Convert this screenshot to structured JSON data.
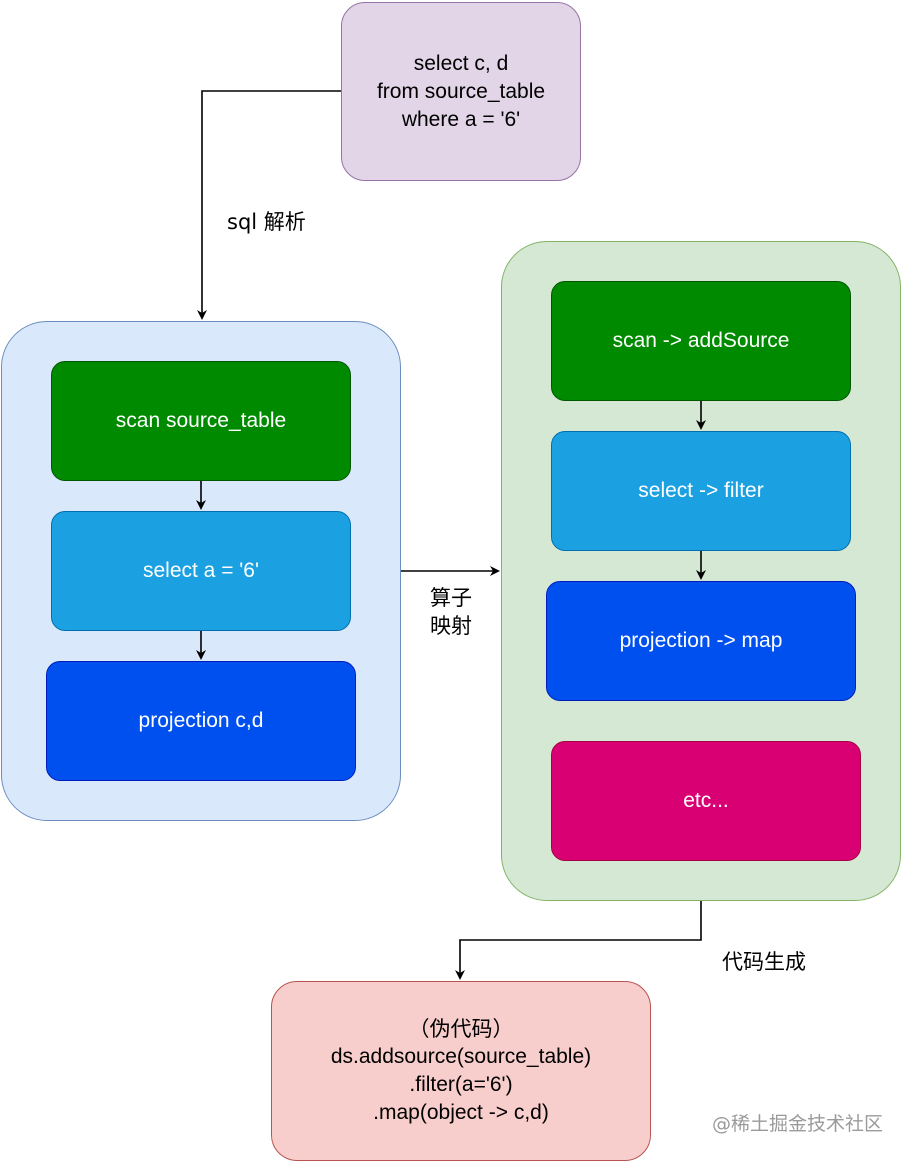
{
  "sql_box": {
    "lines": [
      "select c, d",
      "from source_table",
      "where a = '6'"
    ]
  },
  "edges": {
    "sql_parse": "sql 解析",
    "operator_mapping": [
      "算子",
      "映射"
    ],
    "code_gen": "代码生成"
  },
  "logical_plan": {
    "scan": "scan source_table",
    "select": "select a = '6'",
    "projection": "projection c,d"
  },
  "physical_plan": {
    "scan": "scan -> addSource",
    "select": "select -> filter",
    "projection": "projection -> map",
    "etc": "etc..."
  },
  "code_box": {
    "lines": [
      "（伪代码）",
      "ds.addsource(source_table)",
      ".filter(a='6')",
      ".map(object -> c,d)"
    ]
  },
  "watermark": "@稀土掘金技术社区",
  "colors": {
    "sql_fill": "#e1d5e7",
    "sql_stroke": "#9673a6",
    "logical_fill": "#dae8fc",
    "logical_stroke": "#6c8ebf",
    "physical_fill": "#d5e8d4",
    "physical_stroke": "#82b366",
    "code_fill": "#f8cecc",
    "code_stroke": "#b85450",
    "scan_fill": "#008a00",
    "select_fill": "#1ba1e2",
    "projection_fill": "#0050ef",
    "etc_fill": "#d80073"
  }
}
